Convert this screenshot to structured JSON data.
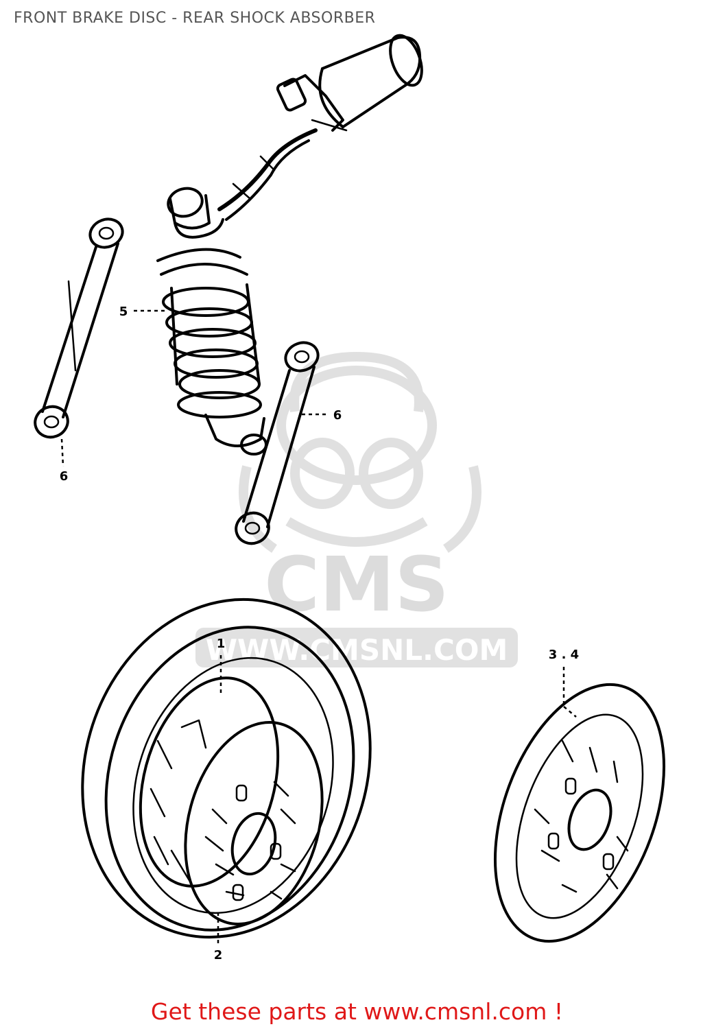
{
  "diagram": {
    "title": "FRONT BRAKE DISC - REAR SHOCK ABSORBER",
    "callouts": [
      {
        "id": "front-disc-assembly",
        "text": "1"
      },
      {
        "id": "front-disc-bottom",
        "text": "2"
      },
      {
        "id": "shock-absorber",
        "text": "5"
      },
      {
        "id": "shock-rod-right",
        "text": "6"
      },
      {
        "id": "shock-rod-left",
        "text": "6"
      },
      {
        "id": "spare-disc",
        "text": "3 . 4"
      }
    ]
  },
  "watermark": {
    "brand": "CMS",
    "url": "WWW.CMSNL.COM"
  },
  "footer": {
    "cta": "Get these parts at www.cmsnl.com !",
    "cta_color": "#e01818"
  },
  "colors": {
    "ink": "#000000",
    "title_text": "#555555",
    "watermark": "#d9d9d9",
    "background": "#ffffff"
  }
}
